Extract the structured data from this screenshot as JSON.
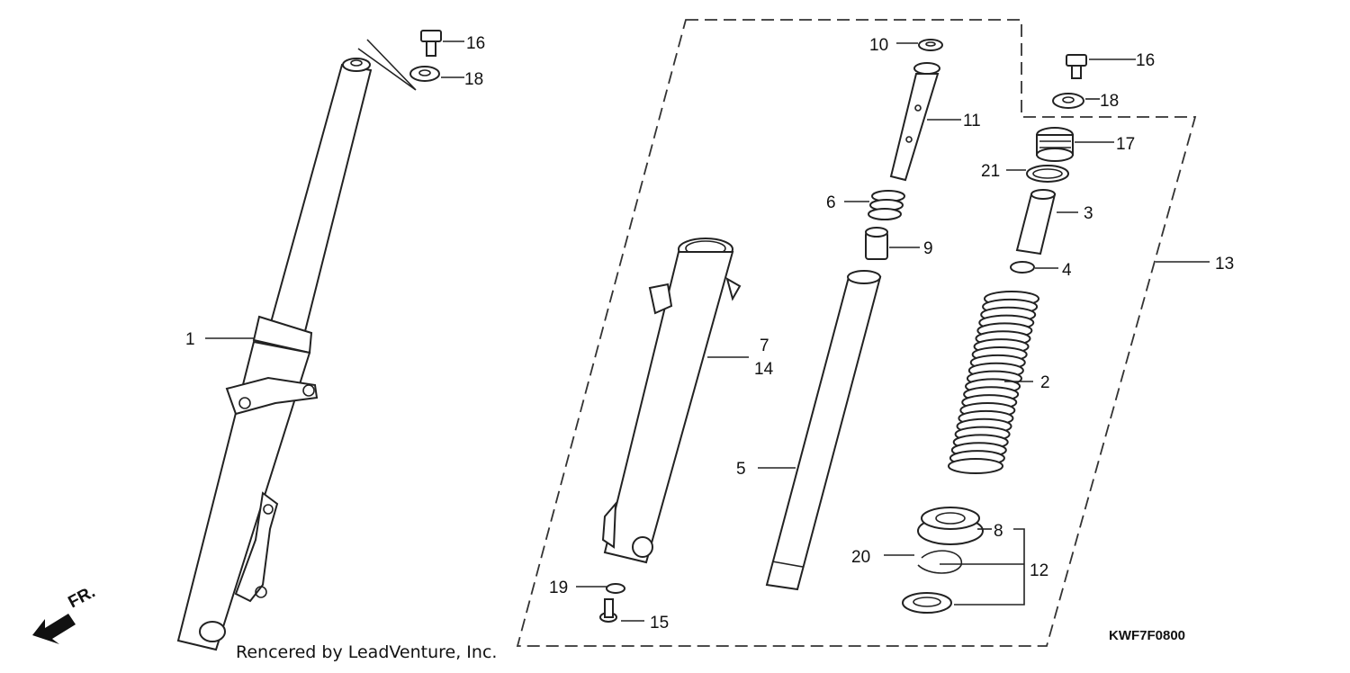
{
  "diagram_code": "KWF7F0800",
  "credit": "Rencered by LeadVenture, Inc.",
  "direction_label": "FR.",
  "callouts": [
    {
      "id": "1",
      "text": "1"
    },
    {
      "id": "16a",
      "text": "16"
    },
    {
      "id": "18a",
      "text": "18"
    },
    {
      "id": "10",
      "text": "10"
    },
    {
      "id": "11",
      "text": "11"
    },
    {
      "id": "6",
      "text": "6"
    },
    {
      "id": "9",
      "text": "9"
    },
    {
      "id": "16b",
      "text": "16"
    },
    {
      "id": "18b",
      "text": "18"
    },
    {
      "id": "17",
      "text": "17"
    },
    {
      "id": "21",
      "text": "21"
    },
    {
      "id": "3",
      "text": "3"
    },
    {
      "id": "4",
      "text": "4"
    },
    {
      "id": "13",
      "text": "13"
    },
    {
      "id": "7",
      "text": "7"
    },
    {
      "id": "14",
      "text": "14"
    },
    {
      "id": "2",
      "text": "2"
    },
    {
      "id": "5",
      "text": "5"
    },
    {
      "id": "8",
      "text": "8"
    },
    {
      "id": "20",
      "text": "20"
    },
    {
      "id": "12",
      "text": "12"
    },
    {
      "id": "19",
      "text": "19"
    },
    {
      "id": "15",
      "text": "15"
    }
  ]
}
